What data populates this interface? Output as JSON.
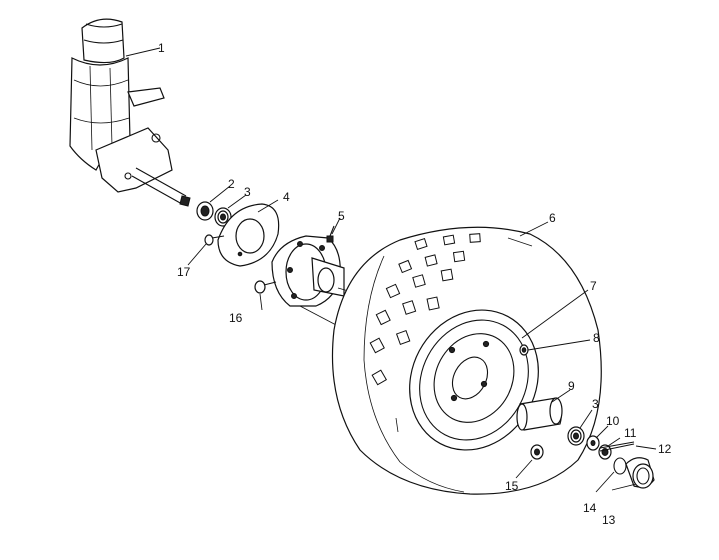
{
  "diagram": {
    "callouts": [
      {
        "id": "c1",
        "label": "1"
      },
      {
        "id": "c2",
        "label": "2"
      },
      {
        "id": "c3a",
        "label": "3"
      },
      {
        "id": "c4",
        "label": "4"
      },
      {
        "id": "c5",
        "label": "5"
      },
      {
        "id": "c6",
        "label": "6"
      },
      {
        "id": "c7",
        "label": "7"
      },
      {
        "id": "c8",
        "label": "8"
      },
      {
        "id": "c9",
        "label": "9"
      },
      {
        "id": "c3b",
        "label": "3"
      },
      {
        "id": "c10",
        "label": "10"
      },
      {
        "id": "c11",
        "label": "11"
      },
      {
        "id": "c12",
        "label": "12"
      },
      {
        "id": "c13",
        "label": "13"
      },
      {
        "id": "c14",
        "label": "14"
      },
      {
        "id": "c15",
        "label": "15"
      },
      {
        "id": "c16",
        "label": "16"
      },
      {
        "id": "c17",
        "label": "17"
      }
    ]
  }
}
